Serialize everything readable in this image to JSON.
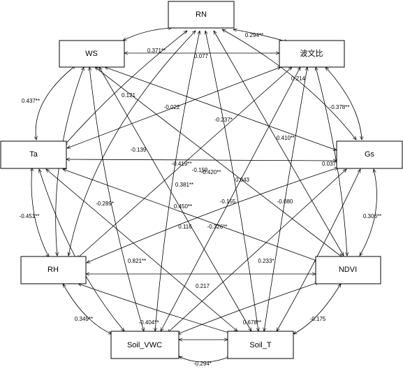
{
  "nodes": {
    "RN": "RN",
    "WS": "WS",
    "BWB": "波文比",
    "Ta": "Ta",
    "Gs": "Gs",
    "RH": "RH",
    "NDVI": "NDVI",
    "SVWC": "Soil_VWC",
    "ST": "Soil_T"
  },
  "coefficients": {
    "c01": "0.294**",
    "c02": "0.371**",
    "c03": "0.077",
    "c04": "0.214",
    "c05": "0.121",
    "c06": "-0.022",
    "c07": "0.437**",
    "c08": "-0.378**",
    "c09": "-0.237*",
    "c10": "0.410**",
    "c11": "-0.139",
    "c12": "-0.419**",
    "c13": "-0.159",
    "c14": "-0.420**",
    "c15": "0.037",
    "c16": "0.043",
    "c17": "0.381**",
    "c18": "-0.451**",
    "c19": "-0.289*",
    "c20": "-0.155",
    "c21": "-0.080",
    "c22": "0.306**",
    "c23": "0.450**",
    "c24": "0.116",
    "c25": "-0.326**",
    "c26": "0.821**",
    "c27": "0.233*",
    "c28": "0.217",
    "c29": "0.349**",
    "c30": "-0.404**",
    "c31": "0.678**",
    "c32": "-0.175",
    "c33": "-0.294*"
  }
}
